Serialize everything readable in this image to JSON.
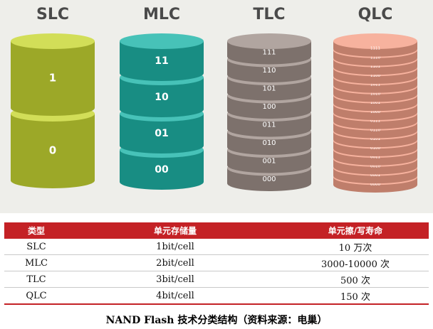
{
  "titles": [
    "SLC",
    "MLC",
    "TLC",
    "QLC"
  ],
  "cells": [
    {
      "type": "SLC",
      "color": "#c8d733",
      "labels": [
        "1",
        "0"
      ]
    },
    {
      "type": "MLC",
      "color": "#1fb5a8",
      "labels": [
        "11",
        "10",
        "01",
        "00"
      ]
    },
    {
      "type": "TLC",
      "color": "#a0918b",
      "labels": [
        "111",
        "110",
        "101",
        "100",
        "011",
        "010",
        "001",
        "000"
      ]
    },
    {
      "type": "QLC",
      "color": "#f5a189",
      "labels": [
        "1111",
        "1110",
        "1101",
        "1100",
        "1011",
        "1010",
        "1001",
        "1000",
        "0111",
        "0110",
        "0101",
        "0100",
        "0011",
        "0010",
        "0001",
        "0000"
      ]
    }
  ],
  "table": {
    "headers": [
      "类型",
      "单元存储量",
      "单元擦/写寿命"
    ],
    "rows": [
      [
        "SLC",
        "1bit/cell",
        "10 万次"
      ],
      [
        "MLC",
        "2bit/cell",
        "3000-10000  次"
      ],
      [
        "TLC",
        "3bit/cell",
        "500 次"
      ],
      [
        "QLC",
        "4bit/cell",
        "150 次"
      ]
    ]
  },
  "caption": "NAND Flash 技术分类结构（资料来源：电巢）"
}
